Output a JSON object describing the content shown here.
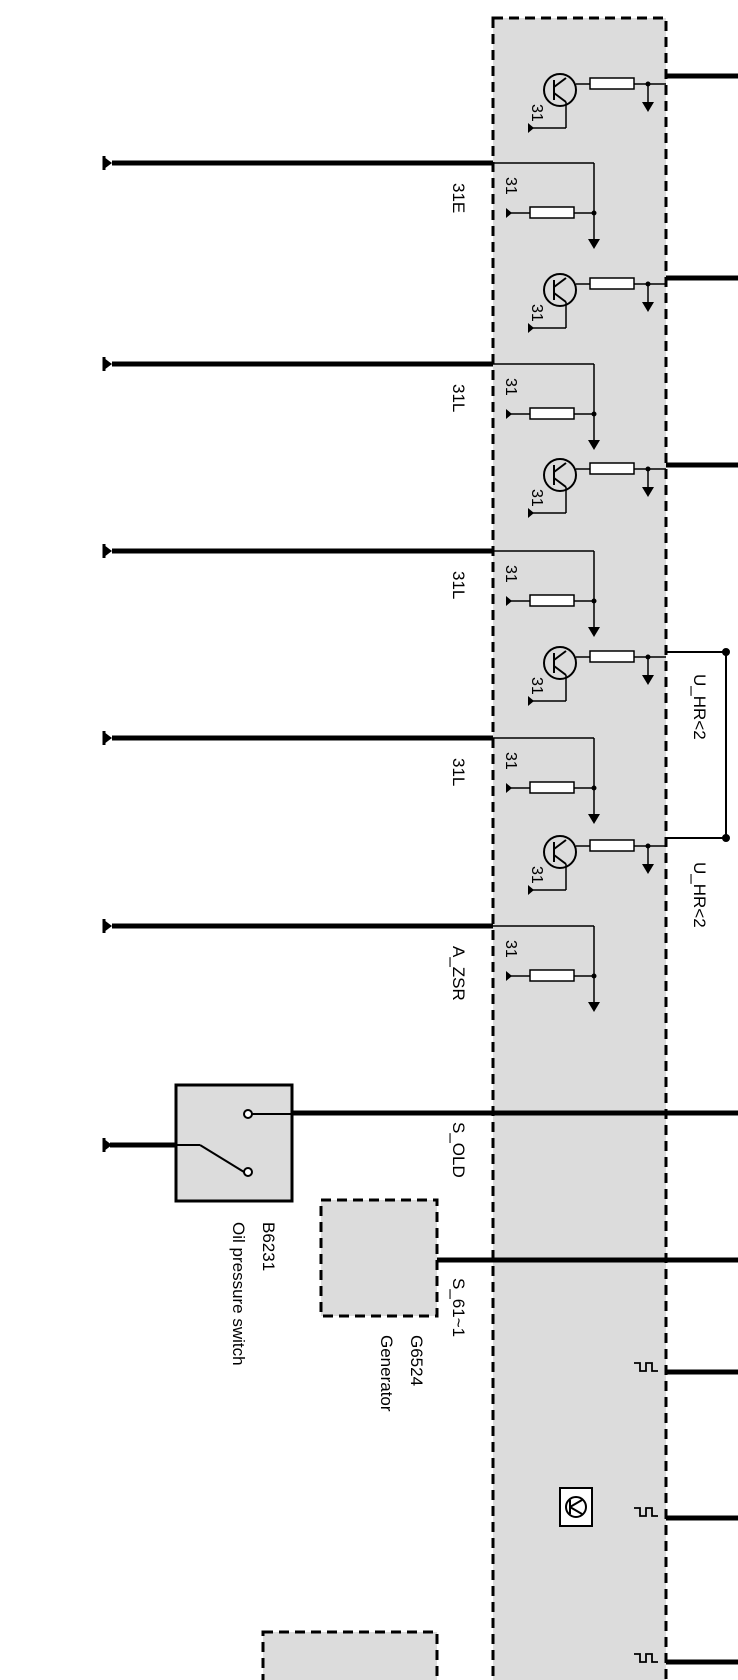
{
  "page": {
    "background": "#ffffff"
  },
  "colors": {
    "module_fill": "#dcdcdc",
    "line": "#000000"
  },
  "pin_label": "31",
  "channels": [
    {
      "label": "31E"
    },
    {
      "label": "31L"
    },
    {
      "label": "31L"
    },
    {
      "label": "31L"
    },
    {
      "label": "A_ZSR"
    }
  ],
  "sense_labels": [
    "U_HR<2",
    "U_HR<2"
  ],
  "signals": {
    "oil": "S_OLD",
    "generator": "S_61~1"
  },
  "components": {
    "oil_switch": {
      "code": "B6231",
      "name": "Oil pressure switch"
    },
    "generator": {
      "code": "G6524",
      "name": "Generator"
    }
  }
}
